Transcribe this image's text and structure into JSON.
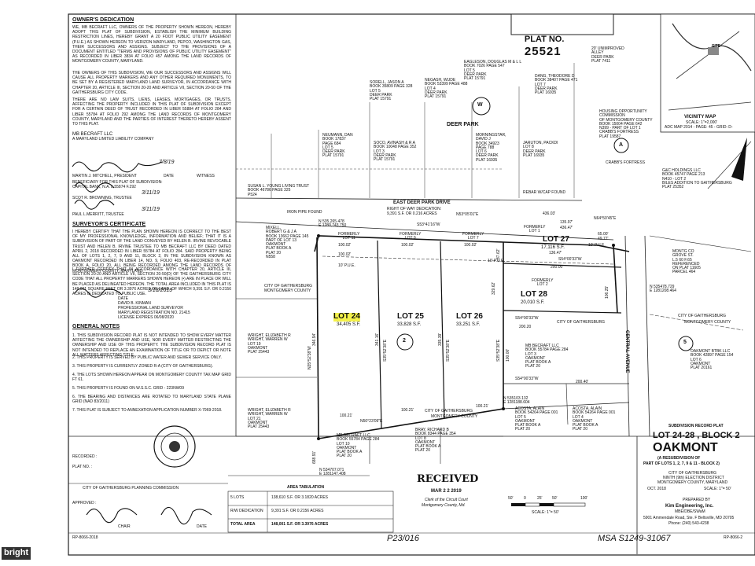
{
  "plat": {
    "number_label": "PLAT NO.",
    "number": "25521",
    "ref_top_left": "RP-8066-2018",
    "ref_bottom_right": "RP-8066-2",
    "handwritten_a": "P23/016",
    "handwritten_b": "MSA S1249-31067"
  },
  "owners": {
    "heading": "OWNER'S DEDICATION",
    "text": "WE, MB BECRAFT LLC, OWNERS OF THE PROPERTY SHOWN HEREON, HEREBY ADOPT THIS PLAT OF SUBDIVISION, ESTABLISH THE MINIMUM BUILDING RESTRICTION LINES, HEREBY GRANT A 20 FOOT PUBLIC UTILITY EASEMENT (P.U.E.) AS SHOWN HEREON TO VERIZON MARYLAND, PEPCO, WASHINGTON GAS, THEIR SUCCESSORS AND ASSIGNS. SUBJECT TO THE PROVISIONS OF A DOCUMENT ENTITLED \"TERMS AND PROVISIONS OF PUBLIC UTILITY EASEMENT\" AS RECORDED IN LIBER 3834 AT FOLIO 457 AMONG THE LAND RECORDS OF MONTGOMERY COUNTY, MARYLAND.",
    "text2": "THE OWNERS OF THIS SUBDIVISION, WE OUR SUCCESSORS AND ASSIGNS WILL CAUSE ALL PROPERTY MARKERS AND ANY OTHER REQUIRED MONUMENTS, TO BE SET BY A REGISTERED MARYLAND LAND SURVEYOR, IN ACCORDANCE WITH CHAPTER 20, ARTICLE III, SECTION 20-20 AND ARTICLE VII, SECTION 20-50 OF THE GAITHERSBURG CITY CODE.",
    "text3": "THERE ARE NO LAW SUITS, LIENS, LEASES, MORTGAGES, OR TRUSTS, AFFECTING THE PROPERTY INCLUDED IN THIS PLAT OF SUBDIVISION EXCEPT FOR A CERTAIN DEED OF TRUST RECORDED IN LIBER 55884 AT FOLIO 284 AND LIBER 55784 AT FOLIO 292 AMONG THE LAND RECORDS OF MONTGOMERY COUNTY, MARYLAND AND THE PARTIES OF INTEREST THERETO HEREBY ASSENT TO THIS PLAT.",
    "company": "MB BECRAFT LLC",
    "company_sub": "A MARYLAND LIMITED LIABILITY COMPANY",
    "sig_name": "MARTIN J. MITCHELL, PRESIDENT",
    "sig_date_label": "DATE",
    "witness_label": "WITNESS",
    "beneficiary_heading": "BENEFICIARY FOR THIS PLAT OF SUBDIVISION:",
    "beneficiary": "CAPITAL BANK, N.A. L.55874 F.292",
    "trustee1": "SCOT R. BROWNING, TRUSTEE",
    "trustee2": "PAUL L.MERRITT, TRUSTEE",
    "hand_date1": "7/8/19",
    "hand_date2": "3/11/19",
    "hand_date3": "3/11/19"
  },
  "surveyor": {
    "heading": "SURVEYOR'S CERTIFICATE",
    "text": "I HEREBY CERTIFY THAT THE PLAN SHOWN HEREON IS CORRECT TO THE BEST OF MY PROFESSIONAL KNOWLEDGE, INFORMATION AND BELIEF; THAT IT IS A SUBDIVISION OF PART OF THE LAND CONVEYED BY HELEN B. IRVINE REVOCABLE TRUST AND HELEN B. IRVINE TRUSTEE TO MB BECRAFT LLC BY DEED DATED APRIL 2, 2018 RECORDED IN LIBER 55784 AT FOLIO 284. SAID PROPERTY BEING ALL OF LOTS 1, 2, 7, 9 AND 11, BLOCK 2, IN THE SUBDIVISION KNOWN AS OAKMONT RECORDED IN LIBER 14, NO. 9, FOLIO 403, RE-RECORDED IN PLAT BOOK A, FOLIO 20, ALL BEING RECORDED AMONG THE LAND RECORDS OF MONTGOMERY COUNTY, MARYLAND.",
    "text2": "I FURTHER CERTIFY THAT IN ACCORDANCE WITH CHAPTER 20, ARTICLE III, SECTION 20-20 AND ARTICLE VII, SECTION 20-50(D) OF THE GAITHERSBURG CITY CODE THAT ALL PROPERTY MARKERS SHOWN HEREON (•) ARE IN PLACE OR WILL BE PLACED AS DELINEATED HEREON. THE TOTAL AREA INCLUDED IN THIS PLAT IS 148,001 SQUARE FEET OR 3.3976 ACRES OF LAND, OF WHICH 9,391 S.F. OR 0.2156 ACRES IS DEDICATED TO PUBLIC USE.",
    "date_label": "DATE",
    "hand_date": "3/18/2019",
    "name": "DAVID B. KINMAN",
    "title": "PROFESSIONAL LAND SURVEYOR",
    "reg": "MARYLAND REGISTRATION NO. 21415",
    "expires": "LICENSE EXPIRES 06/08/2020"
  },
  "notes": {
    "heading": "GENERAL NOTES",
    "items": [
      "1. THIS SUBDIVISION RECORD PLAT IS NOT INTENDED TO SHOW EVERY MATTER AFFECTING THE OWNERSHIP AND USE, NOR EVERY MATTER RESTRICTING THE OWNERSHIP AND USE OF THIS PROPERTY. THE SUBDIVISION RECORD PLAT IS NOT INTENDED TO REPLACE AN EXAMINATION OF TITLE OR TO DEPICT OR NOTE ALL MATTERS AFFECTING TITLE.",
      "2. THIS PROPERTY IS SERVED BY PUBLIC WATER AND SEWER SERVICE ONLY.",
      "3. THIS PROPERTY IS CURRENTLY ZONED R-A (CITY OF GAITHERSBURG).",
      "4. THE LOTS SHOWN HEREON APPEAR ON MONTGOMERY COUNTY TAX MAP GRID FT 61.",
      "5. THIS PROPERTY IS FOUND ON W.S.S.C. GRID - 223NW09",
      "6. THE BEARING AND DISTANCES ARE ROTATED TO MARYLAND STATE PLANE GRID (NAD 83/2011)",
      "7. THIS PLAT IS SUBJECT TO ANNEXATION APPLICATION NUMBER X-7969-2018."
    ]
  },
  "recording": {
    "recorded_label": "RECORDED :",
    "plat_no_label": "PLAT NO. :",
    "commission_heading": "CITY OF GAITHERSBURG PLANNING COMMISSION",
    "approved_label": "APPROVED :",
    "chair_label": "CHAIR",
    "date_label": "DATE"
  },
  "area": {
    "heading": "AREA TABULATION",
    "rows": [
      {
        "label": "5 LOTS",
        "value": "138,610 S.F. OR 3.1820 ACRES"
      },
      {
        "label": "R/W DEDICATION",
        "value": "9,391 S.F. OR 0.2156 ACRES"
      },
      {
        "label": "TOTAL AREA",
        "value": "148,001 S.F. OR 3.3976 ACRES"
      }
    ]
  },
  "received": {
    "stamp": "RECEIVED",
    "date": "MAR 2 2 2019",
    "line1": "Clerk of the Circuit Court",
    "line2": "Montgomery County, Md."
  },
  "scale": {
    "ticks": [
      "50'",
      "0",
      "25'",
      "50'",
      "100'"
    ],
    "label": "SCALE: 1\"= 50'"
  },
  "title_block": {
    "kind": "SUBDIVISION RECORD PLAT",
    "lots": "LOT 24-28 , BLOCK 2",
    "name": "OAKMONT",
    "sub1": "(A RESUBDIVISION OF",
    "sub2": "PART OF LOTS 1, 2, 7, 9 & 11 - BLOCK 2)",
    "city": "CITY OF GAITHERSBURG",
    "district": "NINTH (9th) ELECTION DISTRICT",
    "county": "MONTGOMERY COUNTY, MARYLAND",
    "date": "OCT. 2018",
    "scale": "SCALE: 1\"= 50'",
    "prepared_label": "PREPARED BY",
    "firm": "Kim Engineering, Inc.",
    "firm_sub": "MBE/DBE/SWaM",
    "address": "5901 Ammendale Road, Ste. F Beltsville, MD 20705",
    "phone": "Phone: (240) 543-4238"
  },
  "vicinity": {
    "title": "VICINITY MAP",
    "scale": "SCALE: 1\"=2,000'",
    "adc": "ADC MAP 2014 - PAGE: 45 - GRID: D-",
    "site": "SITE"
  },
  "map": {
    "street_deer_park": "DEER PARK",
    "street_east_deer_park": "EAST DEER PARK DRIVE",
    "street_central": "CENTRAL AVENUE",
    "street_crabbs": "CRABB'S FORTRESS",
    "row_dedication": "RIGHT OF WAY DEDICATION:",
    "row_dedication_value": "9,391 S.F. OR 0.216 ACRES",
    "pue": "10' P.U.E.",
    "pue2": "10' P.U.E.",
    "pue3": "10' P.U.E.",
    "iron_pipe": "IRON PIPE FOUND",
    "rebar_found": "REBAR W/CAP FOUND",
    "city_gaithersburg": "CITY OF GAITHERSBURG",
    "montgomery_county": "MONTGOMERY COUNTY",
    "circle_w": "W",
    "circle_a": "A",
    "circle_2": "2",
    "circle_5": "5",
    "lots": [
      {
        "name": "LOT 24",
        "area": "34,405 S.F."
      },
      {
        "name": "LOT 25",
        "area": "33,828 S.F."
      },
      {
        "name": "LOT 26",
        "area": "33,251 S.F."
      },
      {
        "name": "LOT 27",
        "area": "17,116 S.F."
      },
      {
        "name": "LOT 28",
        "area": "20,010 S.F."
      }
    ],
    "formerly": [
      "FORMERLY\nLOT 11",
      "FORMERLY\nLOT 9",
      "FORMERLY\nLOT 7",
      "FORMERLY\nLOT 1",
      "FORMERLY\nLOT 2"
    ],
    "bearings": {
      "b1": "N53°05'01\"E",
      "b2": "S53°41'16\"W",
      "b3": "S54°00'33\"W",
      "b4": "S54°00'33\"W",
      "b5": "S54°00'33\"W",
      "b6": "N50°23'09\"E",
      "b7": "N35°52'38\"W",
      "b8": "S35°52'38\"E",
      "b9": "S35°52'38\"E",
      "b10": "S35°52'38\"E",
      "b11": "N64°50'45\"E"
    },
    "dims": {
      "d1": "436.03'",
      "d2": "135.97'",
      "d3": "436.47'",
      "d4": "100.02'",
      "d5": "100.02'",
      "d6": "100.02'",
      "d7": "100.02'",
      "d8": "136.47'",
      "d9": "200.00'",
      "d10": "200.20",
      "d11": "200.40'",
      "d12": "100.21'",
      "d13": "100.21'",
      "d14": "100.21'",
      "d15": "346.94'",
      "d16": "341.16'",
      "d17": "335.39'",
      "d18": "329.62'",
      "d19": "688.91'",
      "d20": "65.00'",
      "d21": "49.77'",
      "d22": "100.00'",
      "d23": "87.62'",
      "d24": "106.25'"
    },
    "coords": {
      "c1": "N 535,265.478\nE 1280,743.750",
      "c2": "N 535478.729\nE 1281208.464",
      "c3": "N 535103.132\nE 1281188.604",
      "c4": "N 534707.071\nE 1281147.408"
    },
    "owners_top": [
      "SUSAN L. YOUNG LIVING TRUST\nBOOK 46786 PAGE 325\nP524",
      "NEUMANN, DAN\nBOOK 17837\nPAGE 684\nLOT 5\nDEER PARK\nPLAT 15791",
      "SOCO, AVINASH & R A\nBOOK 10048 PAGE 352\nLOT 3\nDEER PARK\nPLAT 15791",
      "MORNINGSTAR,\nDAVID J\nBOOK 34923\nPAGE 788\nLOT 6\nDEER PARK\nPLAT 16935",
      "JARUTON, PACKDI\nLOT 8\nDEER PARK\nPLAT 16935",
      "SORELL, JASON A\nBOOK 35809 PAGE 328\nLOT 5\nDEER PARK\nPLAT 15791",
      "NEGASH, WUDE\nBOOK 53399 PAGE 488\nLOT 4\nDEER PARK\nPLAT 15791",
      "EAGLESON, DOUGLAS M & L L\nBOOK 7026 PAGE 547\nLOT 5\nDEER PARK\nPLAT 15791",
      "DANG, THEODORE D\nBOOK 38407 PAGE 471\nLOT 7\nDEER PARK\nPLAT 16935",
      "20' UNIMPROVED\nALLEY\nDEER PARK\nPLAT 7411",
      "HOUSING OPPORTUNITY\nCOMMISSION\nOF MONTGOMERY COUNTY\nBOOK 15004 PAGE 642\nN399 - PART OF LOT 1\nCRABB'S FORTRESS\nPLAT 19587",
      "G&C HOLDINGS LLC\nBOOK 45747 PAGE 213\nN410 - LOT 2\nBILES ADDITION TO GAITHERSBURG\nPLAT 25352"
    ],
    "owners_side": [
      "MIXELL,\nROBERT G & J A\nBOOK 13662 PAGE 145\nPART OF LOT 13\nOAKMONT\nPLAT BOOK A\nPLAT 20\nN558",
      "WRIGHT, ELIZABETH R\nWRIGHT, WARREN W\nLOT 19\nOAKMONT\nPLAT 25443",
      "WRIGHT, ELIZABETH R\nWRIGHT, WARREN W\nLOT 21\nOAKMONT\nPLAT 25443",
      "MB BECRAFT LLC\nBOOK 55784 PAGE 284\nLOT 10\nOAKMONT\nPLAT BOOK A\nPLAT 20",
      "BRAY, RICHARD B\nBOOK 8344 PAGE 354\nLOT 8\nOAKMONT\nPLAT BOOK A\nPLAT 20",
      "ACOSTA, ALAIN\nBOOK 54264 PAGE 001\nLOT 5\nOAKMONT\nPLAT BOOK A\nPLAT 20",
      "ACOSTA, ALAIN\nBOOK 54264 PAGE 001\nLOT 4\nOAKMONT\nPLAT BOOK A\nPLAT 20",
      "MB BECRAFT LLC\nBOOK 55784 PAGE 284\nLOT 3\nOAKMONT\nPLAT BOOK A\nPLAT 20",
      "MONTG CO\nGROVE ST.\nL.5 60 F.65\nREFERENCED\nON PLAT 11605\nPARCEL 464",
      "OAKMONT BTBK LLC\nBOOK 42897 PAGE 154\nLOT 6\nOAKMONT\nPLAT 20161"
    ]
  },
  "watermark": "bright"
}
